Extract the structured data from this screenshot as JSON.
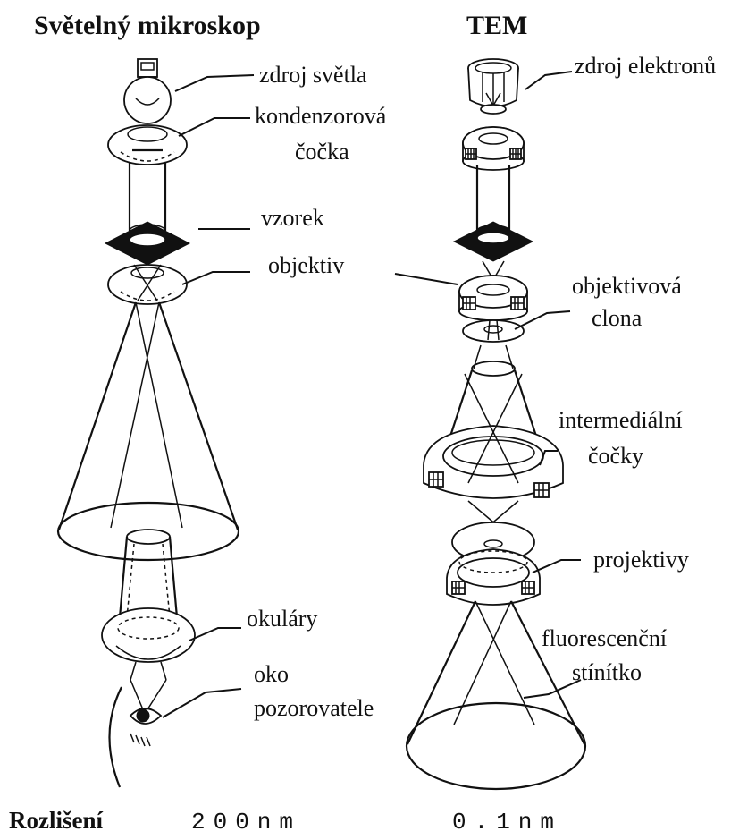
{
  "titles": {
    "left": "Světelný mikroskop",
    "right": "TEM"
  },
  "labels": {
    "light_source": "zdroj světla",
    "condenser_1": "kondenzorová",
    "condenser_2": "čočka",
    "specimen": "vzorek",
    "objective": "objektiv",
    "eyepieces": "okuláry",
    "eye_1": "oko",
    "eye_2": "pozorovatele",
    "electron_source": "zdroj elektronů",
    "objective_aperture_1": "objektivová",
    "objective_aperture_2": "clona",
    "intermediate_lenses_1": "intermediální",
    "intermediate_lenses_2": "čočky",
    "projectors": "projektivy",
    "screen_1": "fluorescenční",
    "screen_2": "stínítko"
  },
  "resolution": {
    "heading": "Rozlišení",
    "light": "200nm",
    "tem": "0.1nm"
  }
}
